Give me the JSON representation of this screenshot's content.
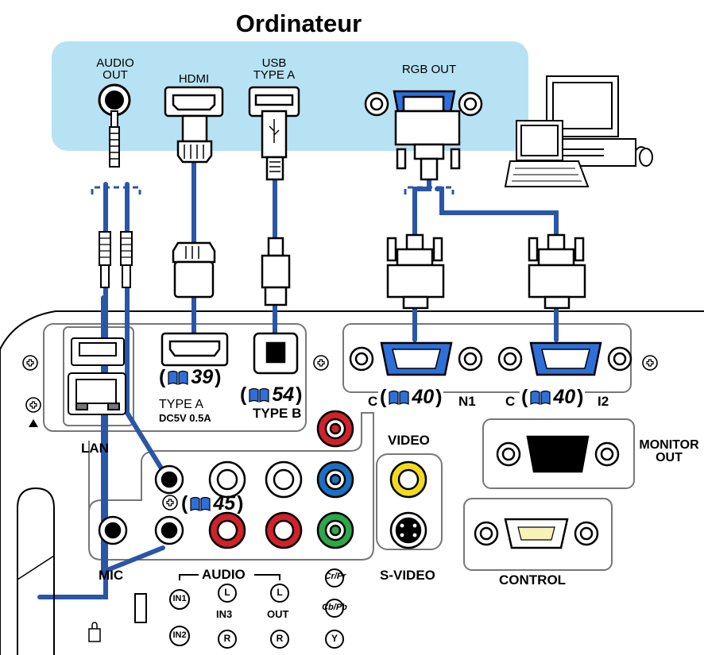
{
  "title": "Ordinateur",
  "computer_ports": {
    "audio_out": "AUDIO\nOUT",
    "hdmi": "HDMI",
    "usb": "USB\nTYPE A",
    "rgb_out": "RGB OUT"
  },
  "panel": {
    "lan": "LAN",
    "type_a": "TYPE A",
    "type_a_power": "DC5V 0.5A",
    "type_b": "TYPE B",
    "computer_in1": "N1",
    "computer_in2": "I2",
    "computer_in1_prefix": "C",
    "computer_in2_prefix": "C",
    "video": "VIDEO",
    "monitor_out": "MONITOR\nOUT",
    "s_video": "S-VIDEO",
    "control": "CONTROL",
    "mic": "MIC",
    "audio": "AUDIO",
    "in1": "IN1",
    "in2": "IN2",
    "in3": "IN3",
    "out": "OUT",
    "l": "L",
    "r": "R",
    "cr_pr": "Cr/Pr",
    "cb_pb": "Cb/Pb",
    "y": "Y"
  },
  "page_refs": {
    "usb_a": "39",
    "usb_b": "54",
    "rgb_in1": "40",
    "rgb_in2": "40",
    "audio": "45"
  },
  "colors": {
    "computer_area": "#b7e2f3",
    "cable": "#2a56a8",
    "port_blue": "#2f6fd8",
    "rca_red": "#d0222b",
    "rca_green": "#2aa84a",
    "rca_yellow": "#f2dc1a",
    "rca_blue": "#1d6fbf"
  }
}
